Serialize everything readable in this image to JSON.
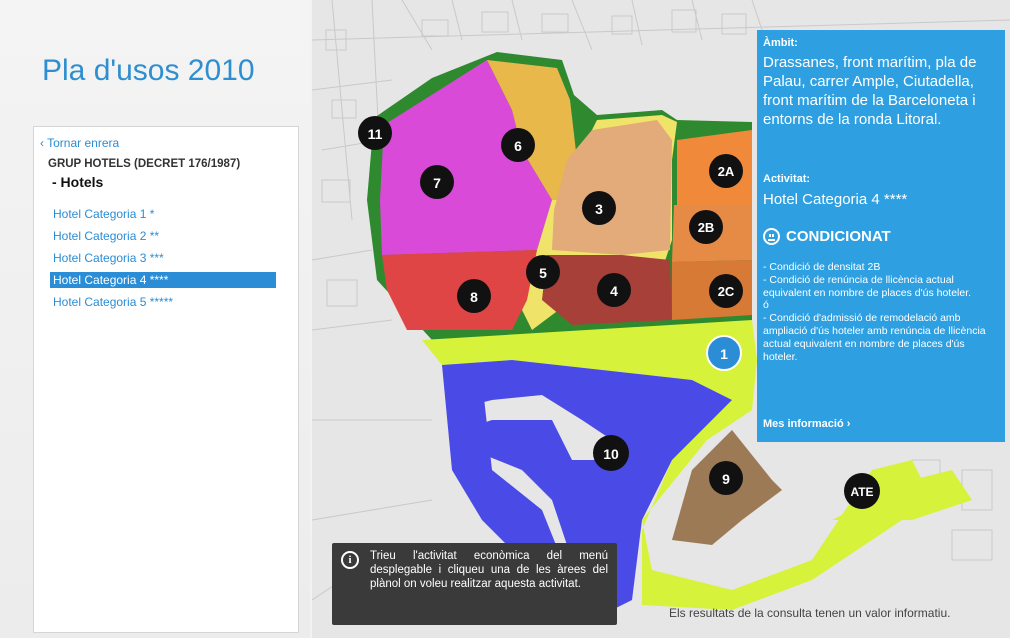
{
  "app": {
    "title": "Pla d'usos 2010"
  },
  "sidebar": {
    "back_label": "Tornar enrera",
    "group_title": "GRUP HOTELS (DECRET 176/1987)",
    "group_subtitle": "- Hotels",
    "categories": [
      {
        "label": "Hotel Categoria 1 *",
        "selected": false
      },
      {
        "label": "Hotel Categoria 2 **",
        "selected": false
      },
      {
        "label": "Hotel Categoria 3 ***",
        "selected": false
      },
      {
        "label": "Hotel Categoria 4 ****",
        "selected": true
      },
      {
        "label": "Hotel Categoria 5 *****",
        "selected": false
      }
    ]
  },
  "map": {
    "zones": [
      {
        "label": "11",
        "color": "#2f8a2f"
      },
      {
        "label": "6",
        "color": "#e8b84a"
      },
      {
        "label": "7",
        "color": "#d94ad9"
      },
      {
        "label": "3",
        "color": "#e2ab79"
      },
      {
        "label": "2A",
        "color": "#f08a3a"
      },
      {
        "label": "2B",
        "color": "#e58b45"
      },
      {
        "label": "2C",
        "color": "#d67a36"
      },
      {
        "label": "5",
        "color": "#f0e36a"
      },
      {
        "label": "8",
        "color": "#e04545"
      },
      {
        "label": "4",
        "color": "#a8403a"
      },
      {
        "label": "1",
        "color": "#d7f23a"
      },
      {
        "label": "10",
        "color": "#4a4ae6"
      },
      {
        "label": "9",
        "color": "#9c7a55"
      },
      {
        "label": "ATE",
        "color": "#d7f23a"
      }
    ],
    "selected_zone": "1",
    "pin_color": "#111111",
    "selected_pin_color": "#2a8dd6"
  },
  "info": {
    "ambit_label": "Àmbit:",
    "ambit_text": "Drassanes, front marítim, pla de Palau, carrer Ample, Ciutadella, front marítim de la Barceloneta i entorns de la ronda Litoral.",
    "activitat_label": "Activitat:",
    "activitat_text": "Hotel Categoria 4 ****",
    "status": "CONDICIONAT",
    "conditions": [
      "- Condició de densitat 2B",
      "- Condició de renúncia de llicència actual equivalent en nombre de places d'ús hoteler.",
      "ó",
      "- Condició d'admissió de remodelació amb ampliació d'ús hoteler amb renúncia de llicència actual equivalent en nombre de places d'ús hoteler."
    ],
    "more_label": "Mes informació"
  },
  "tooltip": {
    "text": "Trieu l'activitat econòmica del menú desplegable i cliqueu una de les àrees del plànol on voleu realitzar aquesta activitat."
  },
  "footer": {
    "disclaimer": "Els resultats de la consulta tenen un valor informatiu."
  },
  "colors": {
    "accent": "#2a8dd6",
    "info_panel": "#2ea0e2",
    "tooltip_bg": "#3a3a3a"
  }
}
